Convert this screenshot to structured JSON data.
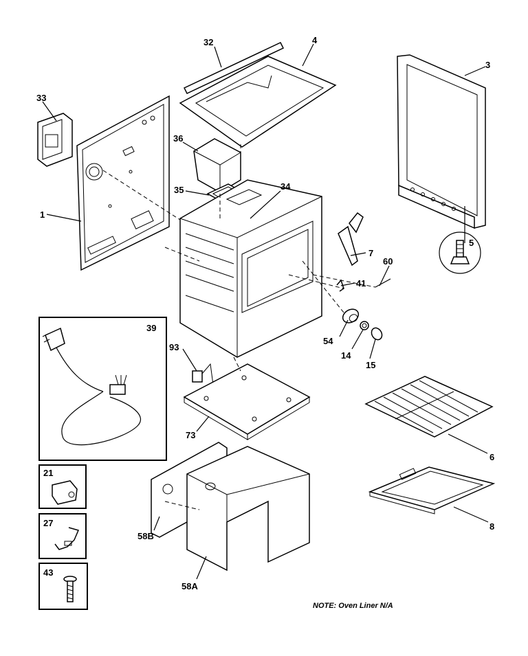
{
  "labels": {
    "l1": "1",
    "l3": "3",
    "l4": "4",
    "l5": "5",
    "l6": "6",
    "l7": "7",
    "l8": "8",
    "l14": "14",
    "l15": "15",
    "l21": "21",
    "l27": "27",
    "l32": "32",
    "l33": "33",
    "l34": "34",
    "l35": "35",
    "l36": "36",
    "l39": "39",
    "l41": "41",
    "l43": "43",
    "l54": "54",
    "l58A": "58A",
    "l58B": "58B",
    "l60": "60",
    "l73": "73",
    "l93": "93"
  },
  "note": "NOTE: Oven Liner N/A"
}
